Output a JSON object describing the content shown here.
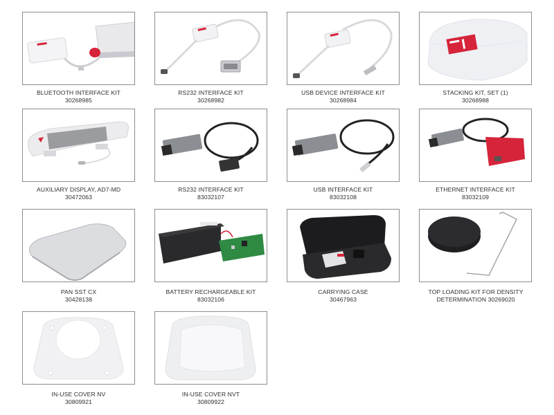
{
  "catalog": {
    "items": [
      {
        "name": "BLUETOOTH INTERFACE KIT",
        "part": "30268985",
        "image": "bluetooth-interface-kit"
      },
      {
        "name": "RS232 INTERFACE KIT",
        "part": "30268982",
        "image": "rs232-interface-kit-white"
      },
      {
        "name": "USB DEVICE INTERFACE KIT",
        "part": "30268984",
        "image": "usb-device-interface-kit"
      },
      {
        "name": "STACKING KIT, SET (1)",
        "part": "30268988",
        "image": "stacking-kit"
      },
      {
        "name": "AUXILIARY DISPLAY, AD7-MD",
        "part": "30472063",
        "image": "auxiliary-display"
      },
      {
        "name": "RS232 INTERFACE KIT",
        "part": "83032107",
        "image": "rs232-interface-kit-gray"
      },
      {
        "name": "USB INTERFACE KIT",
        "part": "83032108",
        "image": "usb-interface-kit-gray"
      },
      {
        "name": "ETHERNET INTERFACE KIT",
        "part": "83032109",
        "image": "ethernet-interface-kit"
      },
      {
        "name": "PAN SST CX",
        "part": "30428138",
        "image": "stainless-pan"
      },
      {
        "name": "BATTERY RECHARGEABLE KIT",
        "part": "83032106",
        "image": "battery-kit"
      },
      {
        "name": "CARRYING CASE",
        "part": "30467963",
        "image": "carrying-case"
      },
      {
        "name": "TOP LOADING KIT FOR DENSITY",
        "part": "DETERMINATION 30269020",
        "image": "density-kit"
      },
      {
        "name": "IN-USE COVER NV",
        "part": "30809921",
        "image": "in-use-cover-nv"
      },
      {
        "name": "IN-USE COVER NVT",
        "part": "30809922",
        "image": "in-use-cover-nvt"
      }
    ]
  },
  "colors": {
    "border": "#8c8c8c",
    "accent_red": "#d6243a",
    "text": "#2e2e2e"
  }
}
